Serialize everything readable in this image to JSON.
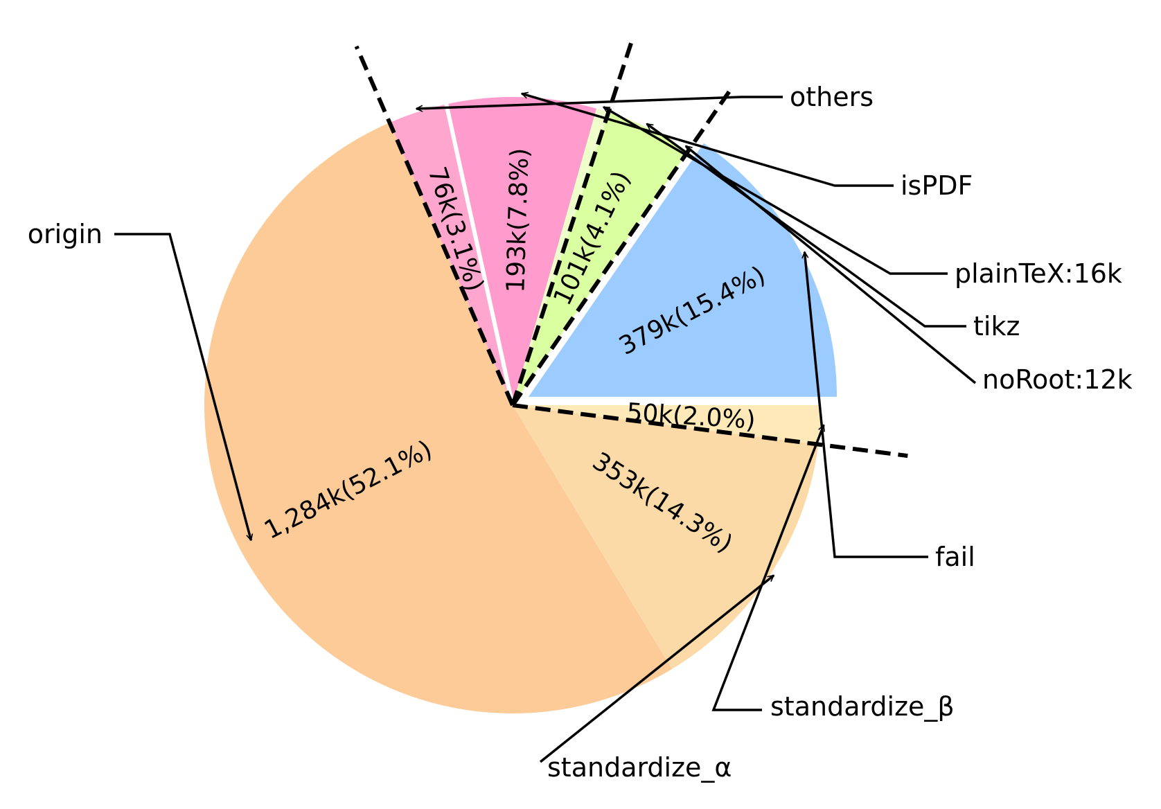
{
  "chart_data": {
    "type": "pie",
    "title": "",
    "slices": [
      {
        "label": "fail",
        "value": 379,
        "pct": 15.4,
        "text": "379k(15.4%)",
        "color": "#9ccbff",
        "exploded": true
      },
      {
        "label": "noRoot:12k",
        "value": 12,
        "pct": 0.5,
        "text": "",
        "color": "#d9ffa0",
        "exploded": false
      },
      {
        "label": "tikz",
        "value": 101,
        "pct": 4.1,
        "text": "101k(4.1%)",
        "color": "#d9ffa0",
        "exploded": false
      },
      {
        "label": "plainTeX:16k",
        "value": 16,
        "pct": 0.6,
        "text": "",
        "color": "#eeffcc",
        "exploded": false
      },
      {
        "label": "isPDF",
        "value": 193,
        "pct": 7.8,
        "text": "193k(7.8%)",
        "color": "#ff9ccd",
        "exploded": false
      },
      {
        "label": "others",
        "value": 76,
        "pct": 3.1,
        "text": "76k(3.1%)",
        "color": "#ffa6cf",
        "exploded": false
      },
      {
        "label": "origin",
        "value": 1284,
        "pct": 52.1,
        "text": "1,284k(52.1%)",
        "color": "#fccb98",
        "exploded": false
      },
      {
        "label": "standardize_α",
        "value": 353,
        "pct": 14.3,
        "text": "353k(14.3%)",
        "color": "#fcdaa8",
        "exploded": false
      },
      {
        "label": "standardize_β",
        "value": 50,
        "pct": 2.0,
        "text": "50k(2.0%)",
        "color": "#ffe9b8",
        "exploded": false
      }
    ],
    "legend": "none"
  }
}
